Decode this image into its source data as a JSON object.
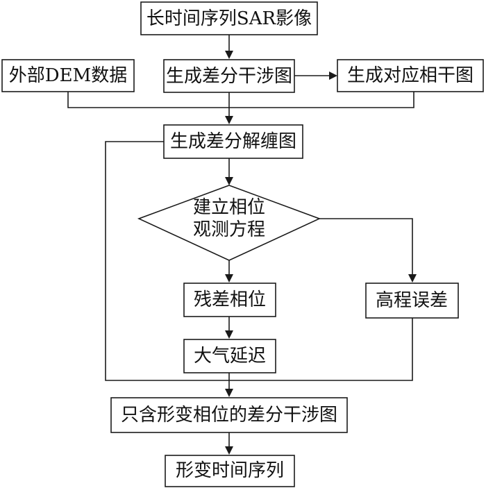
{
  "nodes": {
    "sar_images": "长时间序列SAR影像",
    "external_dem": "外部DEM数据",
    "diff_interferogram": "生成差分干涉图",
    "coherence_map": "生成对应相干图",
    "unwrapped_map": "生成差分解缠图",
    "phase_equation_line1": "建立相位",
    "phase_equation_line2": "观测方程",
    "residual_phase": "残差相位",
    "elevation_error": "高程误差",
    "atmospheric_delay": "大气延迟",
    "deformation_interferogram": "只含形变相位的差分干涉图",
    "deformation_time_series": "形变时间序列"
  },
  "colors": {
    "stroke": "#1a1a1a",
    "fill": "#ffffff",
    "text": "#111111"
  }
}
